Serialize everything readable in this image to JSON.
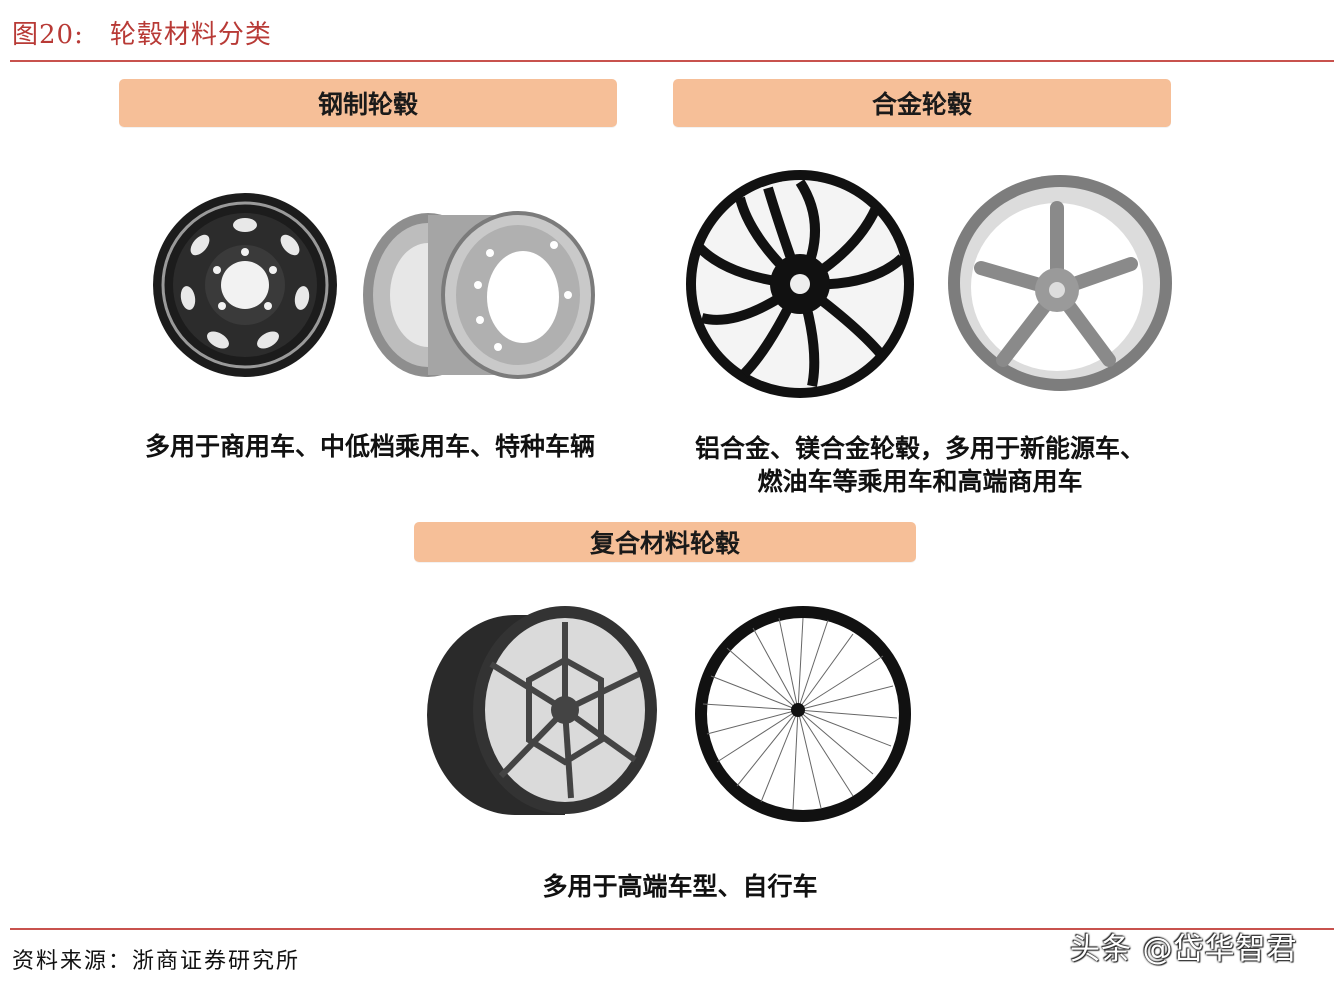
{
  "figure": {
    "number": "图20:",
    "title": "轮毂材料分类"
  },
  "sections": [
    {
      "heading": "钢制轮毂",
      "caption_lines": [
        "多用于商用车、中低档乘用车、特种车辆"
      ]
    },
    {
      "heading": "合金轮毂",
      "caption_lines": [
        "铝合金、镁合金轮毂，多用于新能源车、",
        "燃油车等乘用车和高端商用车"
      ]
    },
    {
      "heading": "复合材料轮毂",
      "caption_lines": [
        "多用于高端车型、自行车"
      ]
    }
  ],
  "source": "资料来源：浙商证券研究所",
  "watermark": "头条 @岱华智君",
  "colors": {
    "title_red": "#b83a36",
    "rule_red": "#c8524d",
    "banner_orange": "#f6bf98"
  }
}
